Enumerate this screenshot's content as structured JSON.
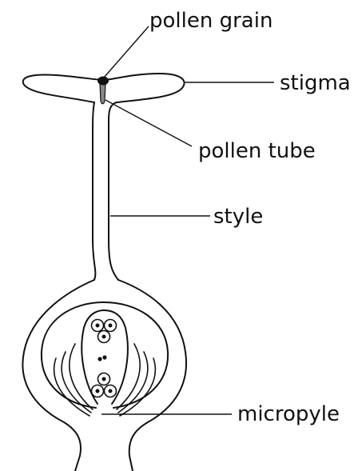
{
  "labels": {
    "pollen_grain": "pollen grain",
    "stigma": "stigma",
    "pollen_tube": "pollen tube",
    "style": "style",
    "micropyle": "micropyle"
  },
  "colors": {
    "line": "#111111",
    "pollen_grain_fill": "#111111",
    "pollen_tube_fill": "#888888",
    "background": "#ffffff"
  }
}
